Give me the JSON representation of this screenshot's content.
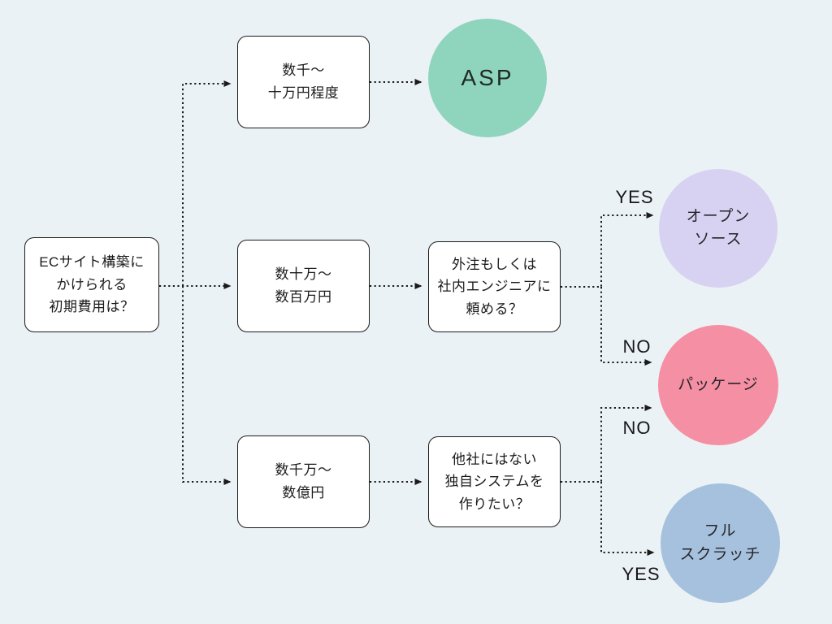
{
  "diagram_title": "EC site build initial-cost decision flowchart",
  "colors": {
    "background": "#ebf2f5",
    "box_fill": "#ffffff",
    "box_border": "#1b1b1b",
    "connector": "#1b1b1b",
    "asp_circle": "#8fd4bd",
    "open_source_circle": "#d8d2f2",
    "package_circle": "#f58fa3",
    "full_scratch_circle": "#a6c1dd",
    "text": "#1b1b1b"
  },
  "nodes": {
    "root": {
      "lines": [
        "ECサイト構築に",
        "かけられる",
        "初期費用は？"
      ]
    },
    "cost_low": {
      "lines": [
        "数千〜",
        "十万円程度"
      ]
    },
    "cost_mid": {
      "lines": [
        "数十万〜",
        "数百万円"
      ]
    },
    "cost_high": {
      "lines": [
        "数千万〜",
        "数億円"
      ]
    },
    "q_mid": {
      "lines": [
        "外注もしくは",
        "社内エンジニアに",
        "頼める？"
      ]
    },
    "q_high": {
      "lines": [
        "他社にはない",
        "独自システムを",
        "作りたい？"
      ]
    },
    "result_asp": {
      "lines": [
        "ASP"
      ]
    },
    "result_open_source": {
      "lines": [
        "オープン",
        "ソース"
      ]
    },
    "result_package": {
      "lines": [
        "パッケージ"
      ]
    },
    "result_full_scratch": {
      "lines": [
        "フル",
        "スクラッチ"
      ]
    }
  },
  "labels": {
    "yes_to_open_source": "YES",
    "no_to_package_from_mid": "NO",
    "no_to_package_from_high": "NO",
    "yes_to_full_scratch": "YES"
  }
}
